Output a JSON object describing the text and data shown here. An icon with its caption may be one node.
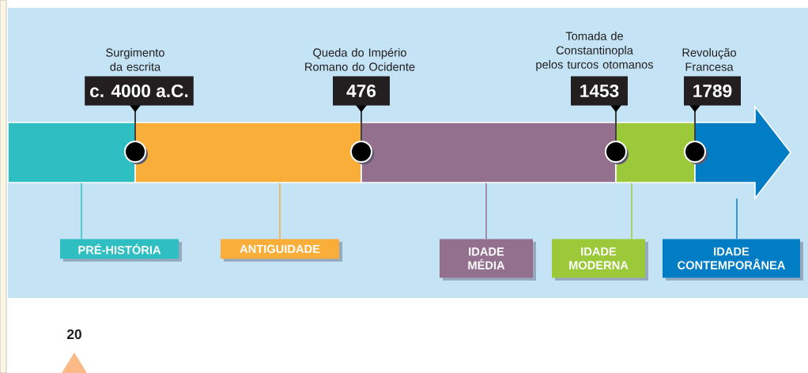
{
  "diagram": {
    "nodes": [
      {
        "text": [
          "c. 4000 a.C."
        ],
        "beside": [
          "Surgimento da escrita"
        ]
      },
      {
        "text": [
          "476"
        ],
        "beside": [
          "Queda do Império Romano do Ocidente"
        ]
      },
      {
        "text": [
          "1453"
        ],
        "beside": [
          "Tomada de Constantinopla pelos turcos otomanos"
        ]
      },
      {
        "text": [
          "1789"
        ],
        "beside": [
          "Revolução Francesa"
        ]
      },
      {
        "text": [],
        "shape": "circle"
      },
      {
        "text": [],
        "shape": "circle"
      },
      {
        "text": [],
        "shape": "circle"
      },
      {
        "text": [],
        "shape": "circle"
      },
      {
        "text": [],
        "shape": "bar"
      },
      {
        "text": [],
        "shape": "bar"
      },
      {
        "text": [],
        "shape": "bar"
      },
      {
        "text": [],
        "shape": "bar"
      },
      {
        "text": [],
        "shape": "arrow"
      },
      {
        "text": [
          "PRÉ-HISTÓRIA"
        ]
      },
      {
        "text": [
          "ANTIGUIDADE"
        ]
      },
      {
        "text": [
          "IDADE MÉDIA"
        ]
      },
      {
        "text": [
          "IDADE MODERNA"
        ]
      },
      {
        "text": [
          "IDADE CONTEMPORÂNEA"
        ]
      }
    ],
    "edges": [
      {
        "from": 0,
        "to": 4,
        "arrow": "none"
      },
      {
        "from": 1,
        "to": 5,
        "arrow": "none"
      },
      {
        "from": 2,
        "to": 6,
        "arrow": "none"
      },
      {
        "from": 3,
        "to": 7,
        "arrow": "none"
      },
      {
        "from": 13,
        "to": 8,
        "arrow": "none",
        "color": "#2fbfc2"
      },
      {
        "from": 14,
        "to": 9,
        "arrow": "none",
        "color": "#f9ae3a"
      },
      {
        "from": 15,
        "to": 10,
        "arrow": "none",
        "color": "#93718e"
      },
      {
        "from": 16,
        "to": 11,
        "arrow": "none",
        "color": "#9bc93a"
      },
      {
        "from": 17,
        "to": 12,
        "arrow": "none",
        "color": "#007dc5"
      }
    ],
    "labels": [
      "20"
    ]
  }
}
